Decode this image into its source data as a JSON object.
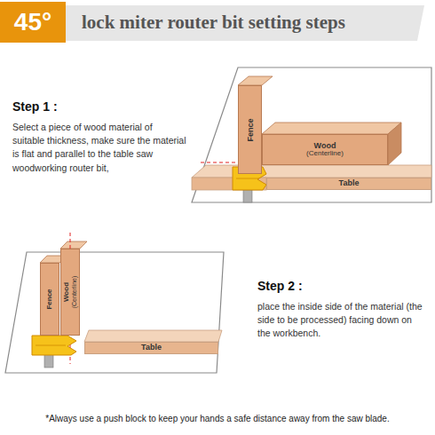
{
  "diagram": {
    "title": "lock miter router bit setting steps",
    "caption": "*Always use a push block to keep your hands a safe distance away from the saw blade.",
    "nodes": [
      {
        "text": [
          "45°"
        ]
      },
      {
        "text": [
          "Fence"
        ]
      },
      {
        "text": [
          "Wood",
          "(Centerline)"
        ]
      },
      {
        "text": [
          "Table"
        ]
      },
      {
        "text": [
          "Fence"
        ]
      },
      {
        "text": [
          "Wood",
          "(Centerline)"
        ]
      },
      {
        "text": [
          "Table"
        ]
      }
    ],
    "labels": [
      "Step 1 :",
      "Select a piece of wood material of suitable thickness, make sure the material is flat and parallel to the table saw woodworking router bit,",
      "Step 2 :",
      "place the inside side of the material (the side to be processed) facing down on the workbench."
    ]
  }
}
